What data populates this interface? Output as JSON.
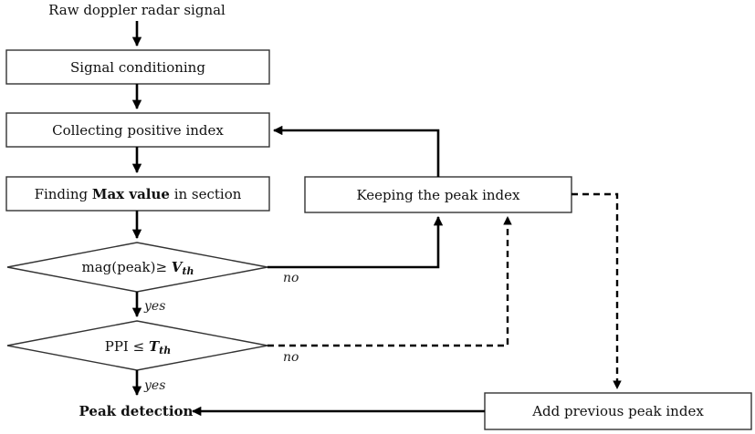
{
  "flowchart": {
    "input_label": "Raw doppler radar signal",
    "signal_conditioning": "Signal conditioning",
    "collecting_positive_index": "Collecting positive index",
    "finding_prefix": "Finding ",
    "finding_bold": "Max value",
    "finding_suffix": " in section",
    "decision_magnitude": {
      "prefix": "mag(peak)≥ ",
      "var": "V",
      "sub": "th"
    },
    "decision_ppi": {
      "prefix": "PPI ≤ ",
      "var": "T",
      "sub": "th"
    },
    "keeping_peak_index": "Keeping the peak index",
    "add_previous_peak_index": "Add previous peak index",
    "peak_detection": "Peak detection",
    "yes_label_1": "yes",
    "yes_label_2": "yes",
    "no_label_1": "no",
    "no_label_2": "no"
  }
}
